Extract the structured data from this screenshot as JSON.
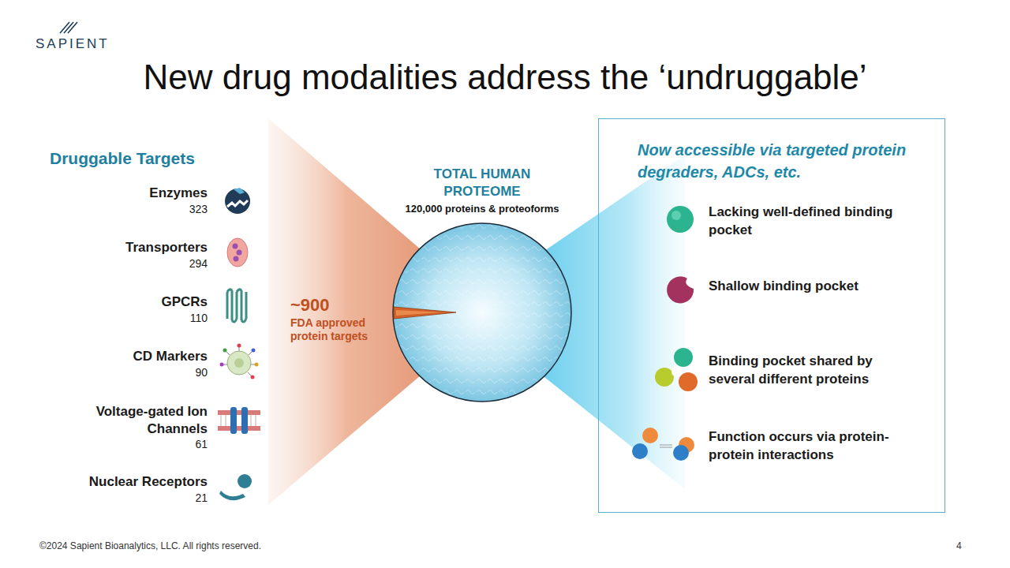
{
  "diagram": {
    "title": "New drug modalities address the ‘undruggable’",
    "nodes": [
      {
        "text": [
          "TOTAL HUMAN PROTEOME",
          "120,000 proteins & proteoforms"
        ]
      },
      {
        "text": [
          "Now accessible via targeted protein degraders, ADCs, etc."
        ]
      }
    ],
    "labels": [
      "SAPIENT",
      "Druggable Targets",
      "Enzymes",
      "323",
      "Transporters",
      "294",
      "GPCRs",
      "110",
      "CD Markers",
      "90",
      "Voltage-gated Ion Channels",
      "61",
      "Nuclear Receptors",
      "21",
      "~900",
      "FDA approved protein targets",
      "Lacking well-defined binding pocket",
      "Shallow binding pocket",
      "Binding pocket shared by several different proteins",
      "Function occurs via protein-protein interactions",
      "©2024 Sapient Bioanalytics, LLC. All rights reserved.",
      "4"
    ]
  }
}
